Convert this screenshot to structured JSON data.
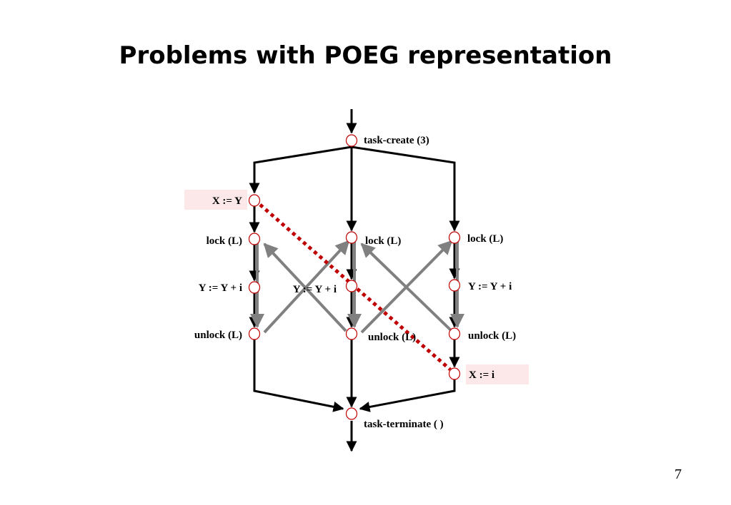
{
  "slide": {
    "title": "Problems with POEG representation",
    "page_number": "7"
  },
  "diagram": {
    "nodes": {
      "task_create": "task-create (3)",
      "task_terminate": "task-terminate ( )",
      "left": {
        "x_assign": "X := Y",
        "lock": "lock (L)",
        "update": "Y := Y + i",
        "unlock": "unlock (L)"
      },
      "middle": {
        "lock": "lock (L)",
        "update": "Y := Y + i",
        "unlock": "unlock (L)"
      },
      "right": {
        "lock": "lock (L)",
        "update": "Y := Y + i",
        "unlock": "unlock (L)",
        "x_assign": "X := i"
      }
    },
    "colors": {
      "edge": "#000000",
      "sync_edge": "#808080",
      "race_edge": "#c00000",
      "node_outline": "#c00000",
      "highlight": "#fce8e8"
    }
  }
}
